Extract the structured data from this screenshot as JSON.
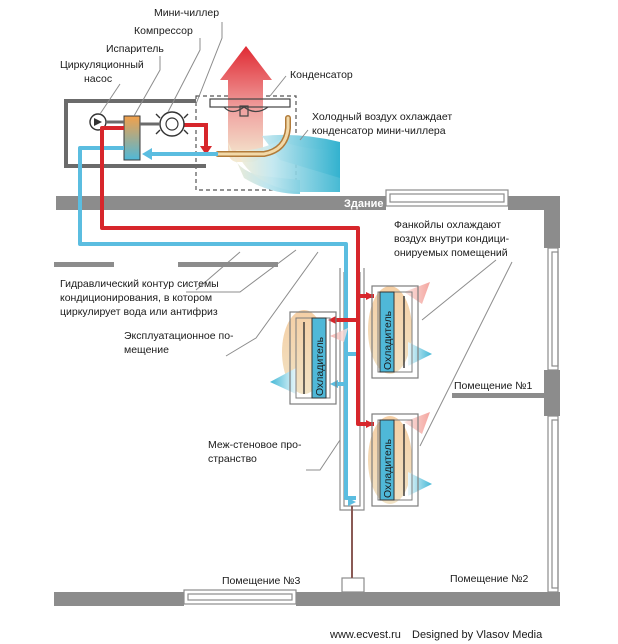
{
  "labels": {
    "mini_chiller": "Мини-чиллер",
    "compressor": "Компрессор",
    "evaporator": "Испаритель",
    "pump_line1": "Циркуляционный",
    "pump_line2": "насос",
    "condenser": "Конденсатор",
    "cold_air_line1": "Холодный воздух охлаждает",
    "cold_air_line2": "конденсатор мини-чиллера",
    "building": "Здание",
    "fancoils_line1": "Фанкойлы охлаждают",
    "fancoils_line2": "воздух внутри кондици-",
    "fancoils_line3": "онируемых помещений",
    "hydraulic_line1": "Гидравлический контур системы",
    "hydraulic_line2": "кондиционирования, в котором",
    "hydraulic_line3": "циркулирует вода или антифриз",
    "service_line1": "Эксплуатационное по-",
    "service_line2": "мещение",
    "interwall_line1": "Меж-стеновое про-",
    "interwall_line2": "странство",
    "room1": "Помещение №1",
    "room2": "Помещение №2",
    "room3": "Помещение №3",
    "cooler": "Охладитель"
  },
  "credits": {
    "site": "www.ecvest.ru",
    "designer": "Designed by Vlasov Media"
  },
  "colors": {
    "hot_pipe": "#d7262b",
    "cold_pipe": "#5bbde0",
    "wall": "#8c8c8c",
    "drain": "#8a5a55"
  }
}
